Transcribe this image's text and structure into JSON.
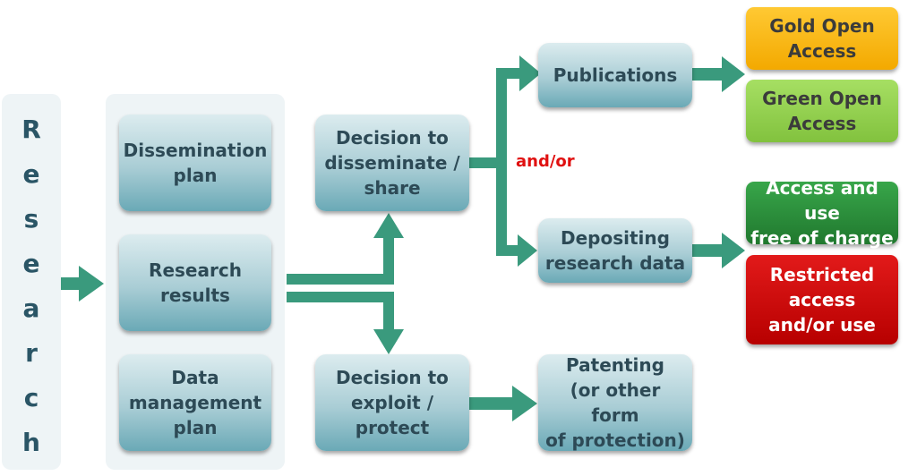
{
  "research_label": [
    "R",
    "e",
    "s",
    "e",
    "a",
    "r",
    "c",
    "h"
  ],
  "nodes": {
    "dissemination_plan": "Dissemination\nplan",
    "research_results": "Research\nresults",
    "data_management_plan": "Data\nmanagement\nplan",
    "decision_disseminate": "Decision to\ndisseminate /\nshare",
    "decision_exploit": "Decision to\nexploit /\nprotect",
    "publications": "Publications",
    "depositing_data": "Depositing\nresearch data",
    "patenting": "Patenting\n(or other form\nof protection)"
  },
  "outcomes": {
    "gold_open_access": "Gold Open\nAccess",
    "green_open_access": "Green Open\nAccess",
    "access_free": "Access and use\nfree of charge",
    "restricted_access": "Restricted\naccess\nand/or use"
  },
  "and_or": "and/or",
  "colors": {
    "arrow": "#3a9a7d",
    "gold": "#f3a900",
    "green_open_access": "#82c23e",
    "access_free": "#20782e",
    "restricted": "#b70000",
    "and_or": "#e01010"
  }
}
